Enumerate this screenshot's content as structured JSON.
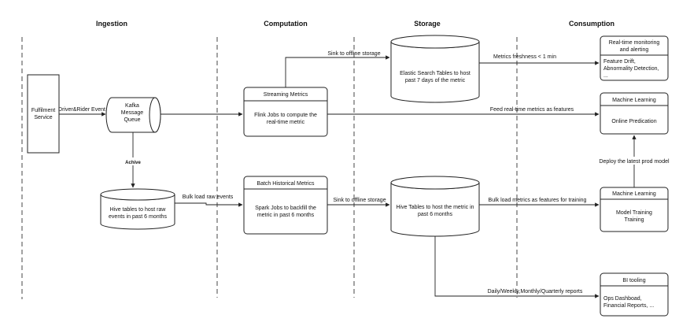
{
  "columns": {
    "ingestion": "Ingestion",
    "computation": "Computation",
    "storage": "Storage",
    "consumption": "Consumption"
  },
  "nodes": {
    "fulfilment": [
      "Fulfilment",
      "Service"
    ],
    "kafka": [
      "Kafka",
      "Message",
      "Queue"
    ],
    "hive_raw": [
      "Hive tables to host raw",
      "events in past 6 months"
    ],
    "streaming_title": "Streaming Metrics",
    "streaming_body": [
      "Flink Jobs to compute the",
      "real-time metric"
    ],
    "batch_title": "Batch Historical Metrics",
    "batch_body": [
      "Spark Jobs to  backfill the",
      "metric in past 6 months"
    ],
    "elastic": [
      "Elastic Search Tables to host",
      "past 7 days of the metric"
    ],
    "hive_metric": [
      "Hive Tables to host the metric in",
      "past 6 months"
    ],
    "monitoring_title": [
      "Real-time monitoring",
      "and alerting"
    ],
    "monitoring_body": [
      "Feature Drift,",
      "Abnormality Detection,",
      "..."
    ],
    "ml_online_title": "Machine Learning",
    "ml_online_body": "Online Predication",
    "ml_training_title": "Machine Learning",
    "ml_training_body": [
      "Model Training",
      "Training"
    ],
    "bi_title": "BI tooling",
    "bi_body": [
      "Ops Dashboad,",
      "Financial Reports, ..."
    ]
  },
  "edges": {
    "driver_rider": "Driver&Rider Event",
    "archive": "Achive",
    "bulk_load_raw": "Bulk load raw events",
    "sink_offline_top": "Sink to offline storage",
    "sink_offline_bottom": "Sink to offline storage",
    "metrics_freshness": "Metrics freshness < 1 min",
    "feed_realtime": "Feed real-time metrics as features",
    "deploy_model": "Deploy the latest prod model",
    "bulk_load_training": "Bulk load metrics as features for training",
    "reports": "Daily/Weekly,Monthly/Quarterly reports"
  },
  "colors": {
    "stroke": "#222222",
    "background": "#ffffff"
  }
}
